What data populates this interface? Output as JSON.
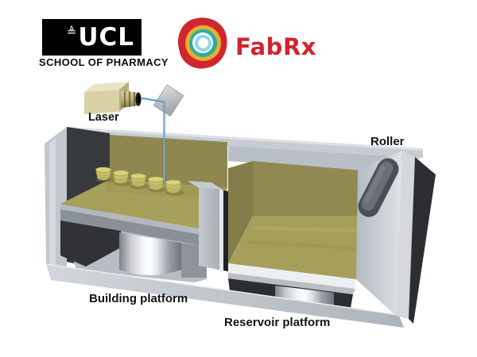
{
  "header": {
    "ucl": {
      "dome_icon": "≜",
      "logo_text": "UCL",
      "subtitle": "SCHOOL OF PHARMACY"
    },
    "fabrx": {
      "brand": "FabRx"
    }
  },
  "diagram": {
    "subject": "SLA 3D printer vat schematic",
    "labels": {
      "laser": "Laser",
      "roller": "Roller",
      "building_platform": "Building platform",
      "reservoir_platform": "Reservoir platform"
    },
    "tablet_count": 5,
    "colors": {
      "resin_surface": "#a6a05a",
      "resin_wall": "#8e8850",
      "machine_light": "#c7ccd2",
      "machine_dark": "#303236",
      "laser_beam": "#3f86c0",
      "tablet": "#cdc56d",
      "roller": "#565b62",
      "fabrx_red": "#d2232e",
      "fabrx_yellow": "#e5ae2f",
      "fabrx_teal": "#2aaea0",
      "fabrx_blue": "#8ed8e8",
      "ucl_black": "#000000"
    }
  }
}
